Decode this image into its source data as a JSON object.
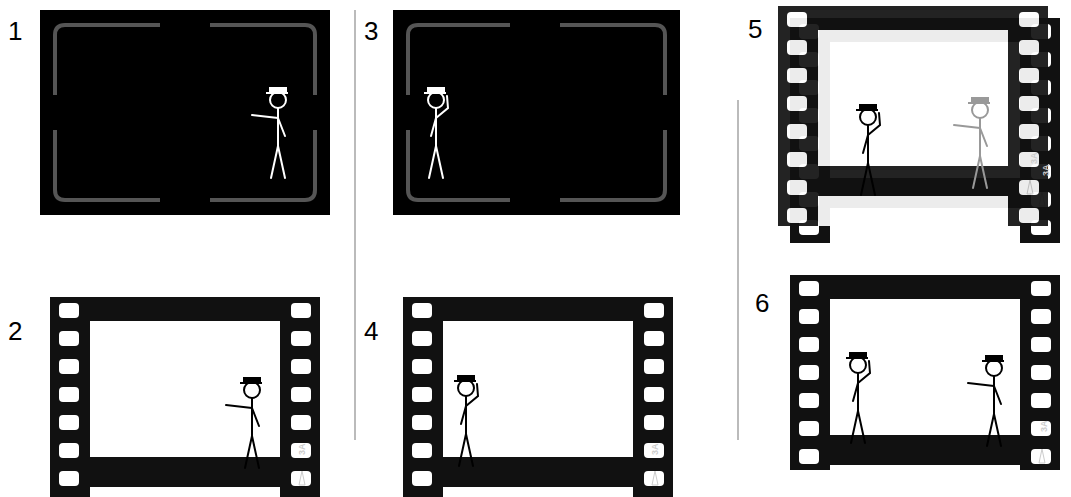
{
  "diagram": {
    "labels": [
      "1",
      "2",
      "3A",
      "3",
      "4",
      "3A",
      "5",
      "3A",
      "3A",
      "6",
      "3A"
    ]
  }
}
